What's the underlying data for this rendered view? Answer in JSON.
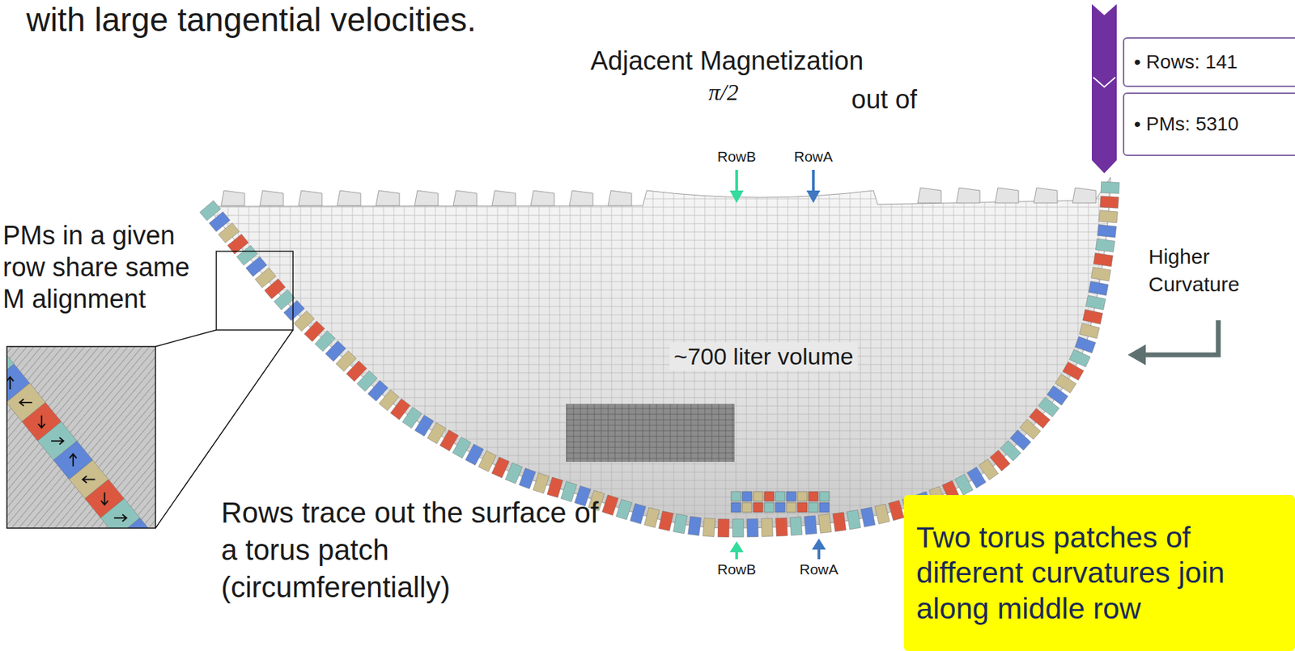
{
  "diagram": {
    "nodes": [
      {
        "text": [
          "• Rows: 141"
        ]
      },
      {
        "text": [
          "• PMs: 5310"
        ]
      },
      {
        "text": [
          "Two torus patches of different curvatures join along middle row"
        ]
      }
    ],
    "labels": [
      "with large tangential velocities.",
      "Adjacent Magnetization",
      "π/2",
      "out of",
      "RowB",
      "RowA",
      "PMs in a given row share same M alignment",
      "Higher Curvature",
      "~700 liter volume",
      "Rows trace out the surface of a torus patch (circumferentially)",
      "RowB",
      "RowA"
    ]
  }
}
